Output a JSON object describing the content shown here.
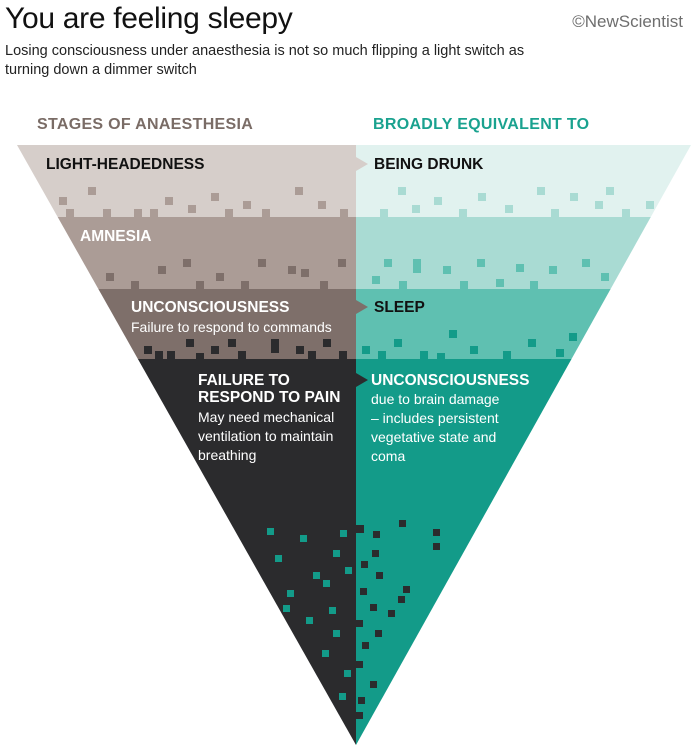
{
  "header": {
    "title": "You are feeling sleepy",
    "subtitle": "Losing consciousness under anaesthesia is not so much flipping a light switch as turning down a dimmer switch",
    "brand": "©NewScientist"
  },
  "columns": {
    "left_heading": "STAGES OF ANAESTHESIA",
    "right_heading": "BROADLY EQUIVALENT TO"
  },
  "stages": [
    {
      "stage": "LIGHT-HEADEDNESS",
      "stage_note": "",
      "equivalent": "BEING DRUNK",
      "equivalent_note": ""
    },
    {
      "stage": "AMNESIA",
      "stage_note": "",
      "equivalent": "",
      "equivalent_note": ""
    },
    {
      "stage": "UNCONSCIOUSNESS",
      "stage_note": "Failure to respond to commands",
      "equivalent": "SLEEP",
      "equivalent_note": ""
    },
    {
      "stage": "FAILURE TO RESPOND TO PAIN",
      "stage_note": "May need mechanical ventilation to maintain breathing",
      "equivalent": "UNCONSCIOUSNESS",
      "equivalent_note": "due to brain damage – includes persistent vegetative state and coma"
    }
  ],
  "colors": {
    "left_bands": [
      "#d6ceca",
      "#ab9c96",
      "#7e6f6a",
      "#2b2b2d"
    ],
    "right_bands": [
      "#e1f2ef",
      "#a9dbd3",
      "#5fc0b1",
      "#139b89"
    ],
    "left_heading": "#7a6c66",
    "right_heading": "#1aa28f"
  }
}
